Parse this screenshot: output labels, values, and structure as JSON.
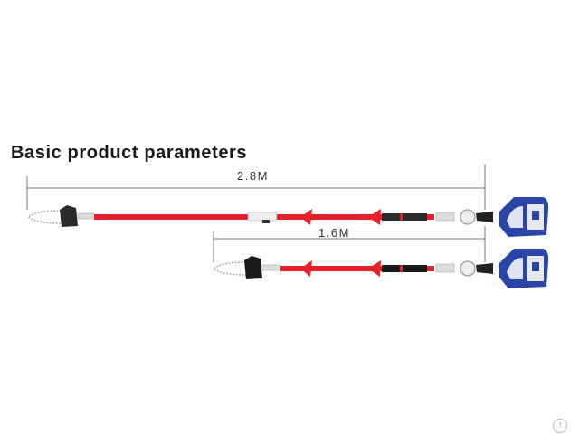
{
  "title": "Basic product parameters",
  "dimensions": {
    "long": "2.8M",
    "short": "1.6M"
  },
  "colors": {
    "pole_red": "#e8202a",
    "grip_black": "#2a2a2a",
    "battery_blue": "#2b44a8"
  },
  "scroll_top_icon": "arrow-up-circle-icon",
  "scroll_top_glyph": "↑"
}
